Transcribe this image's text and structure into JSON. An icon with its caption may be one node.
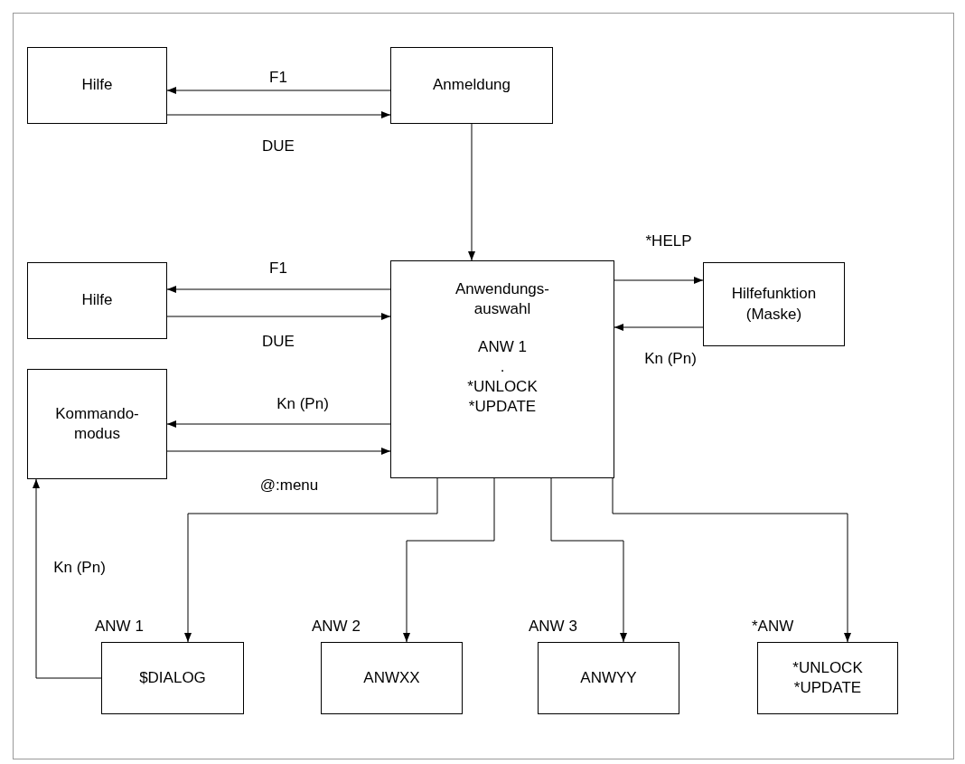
{
  "diagram": {
    "nodes": [
      {
        "text": [
          "Hilfe"
        ]
      },
      {
        "text": [
          "Anmeldung"
        ]
      },
      {
        "text": [
          "Hilfe"
        ]
      },
      {
        "text": [
          "Anwendungs- auswahl",
          "ANW 1",
          ".",
          "*UNLOCK",
          "*UPDATE"
        ]
      },
      {
        "text": [
          "Hilfefunktion (Maske)"
        ]
      },
      {
        "text": [
          "Kommando- modus"
        ]
      },
      {
        "text": [
          "$DIALOG"
        ],
        "beside": [
          "ANW 1"
        ]
      },
      {
        "text": [
          "ANWXX"
        ],
        "beside": [
          "ANW 2"
        ]
      },
      {
        "text": [
          "ANWYY"
        ],
        "beside": [
          "ANW 3"
        ]
      },
      {
        "text": [
          "*UNLOCK *UPDATE"
        ],
        "beside": [
          "*ANW"
        ]
      }
    ],
    "edges": [
      {
        "from": 1,
        "to": 0,
        "arrow": "to",
        "label": "F1"
      },
      {
        "from": 0,
        "to": 1,
        "arrow": "to",
        "label": "DUE"
      },
      {
        "from": 1,
        "to": 3,
        "arrow": "to"
      },
      {
        "from": 3,
        "to": 2,
        "arrow": "to",
        "label": "F1"
      },
      {
        "from": 2,
        "to": 3,
        "arrow": "to",
        "label": "DUE"
      },
      {
        "from": 3,
        "to": 4,
        "arrow": "to",
        "label": "*HELP"
      },
      {
        "from": 4,
        "to": 3,
        "arrow": "to",
        "label": "Kn (Pn)"
      },
      {
        "from": 3,
        "to": 5,
        "arrow": "to",
        "label": "Kn (Pn)"
      },
      {
        "from": 5,
        "to": 3,
        "arrow": "to",
        "label": "@:menu"
      },
      {
        "from": 3,
        "to": 6,
        "arrow": "to"
      },
      {
        "from": 3,
        "to": 7,
        "arrow": "to"
      },
      {
        "from": 3,
        "to": 8,
        "arrow": "to"
      },
      {
        "from": 3,
        "to": 9,
        "arrow": "to"
      },
      {
        "from": 6,
        "to": 5,
        "arrow": "to",
        "label": "Kn (Pn)"
      }
    ]
  }
}
